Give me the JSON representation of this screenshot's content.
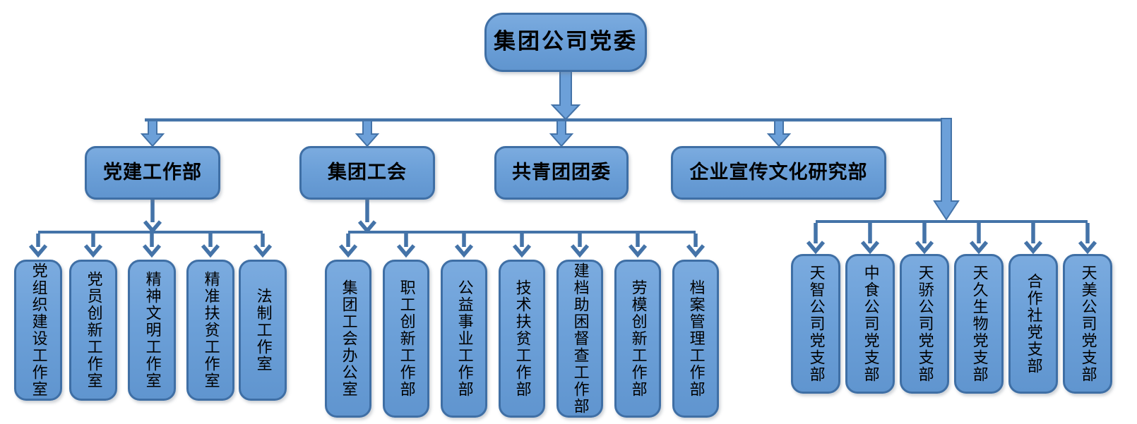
{
  "root": {
    "label": "集团公司党委"
  },
  "departments": [
    {
      "label": "党建工作部",
      "children": [
        {
          "label": "党组织建设工作室"
        },
        {
          "label": "党员创新工作室"
        },
        {
          "label": "精神文明工作室"
        },
        {
          "label": "精准扶贫工作室"
        },
        {
          "label": "法制工作室"
        }
      ]
    },
    {
      "label": "集团工会",
      "children": [
        {
          "label": "集团工会办公室"
        },
        {
          "label": "职工创新工作部"
        },
        {
          "label": "公益事业工作部"
        },
        {
          "label": "技术扶贫工作部"
        },
        {
          "label": "建档助困督查工作部"
        },
        {
          "label": "劳模创新工作部"
        },
        {
          "label": "档案管理工作部"
        }
      ]
    },
    {
      "label": "共青团团委",
      "children": []
    },
    {
      "label": "企业宣传文化研究部",
      "children": []
    }
  ],
  "subsidiary_branches": {
    "children": [
      {
        "label": "天智公司党支部"
      },
      {
        "label": "中食公司党支部"
      },
      {
        "label": "天骄公司党支部"
      },
      {
        "label": "天久生物党支部"
      },
      {
        "label": "合作社党支部"
      },
      {
        "label": "天美公司党支部"
      }
    ]
  },
  "colors": {
    "node_fill": "#6CA0D8",
    "node_border": "#3F6FA5",
    "connector": "#4473A8",
    "text": "#000000"
  }
}
